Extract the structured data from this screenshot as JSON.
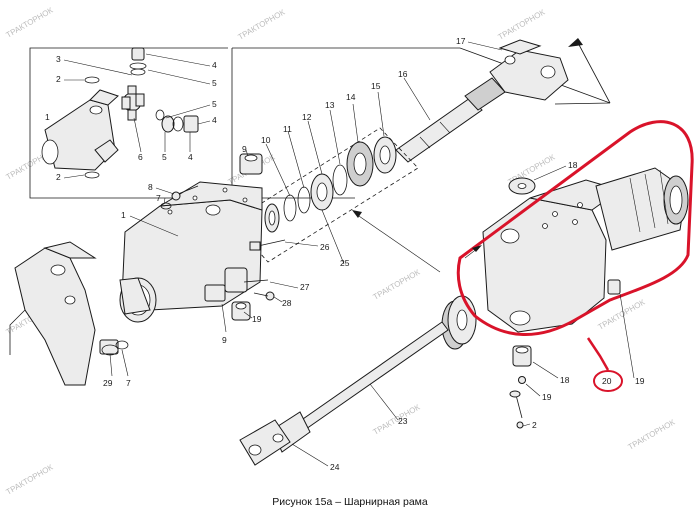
{
  "caption": "Рисунок 15а – Шарнирная рама",
  "watermark": "ТРАКТОРНОК",
  "highlight_color": "#d9132a",
  "inset_labels": [
    "3",
    "2",
    "1",
    "2",
    "4",
    "5",
    "5",
    "4",
    "6",
    "5",
    "4"
  ],
  "part_labels": [
    "17",
    "16",
    "15",
    "14",
    "13",
    "12",
    "11",
    "10",
    "9",
    "8",
    "7",
    "1",
    "18",
    "26",
    "27",
    "28",
    "25",
    "19",
    "9",
    "29",
    "7",
    "18",
    "19",
    "2",
    "19",
    "20",
    "23",
    "24"
  ],
  "highlighted_label": "20"
}
